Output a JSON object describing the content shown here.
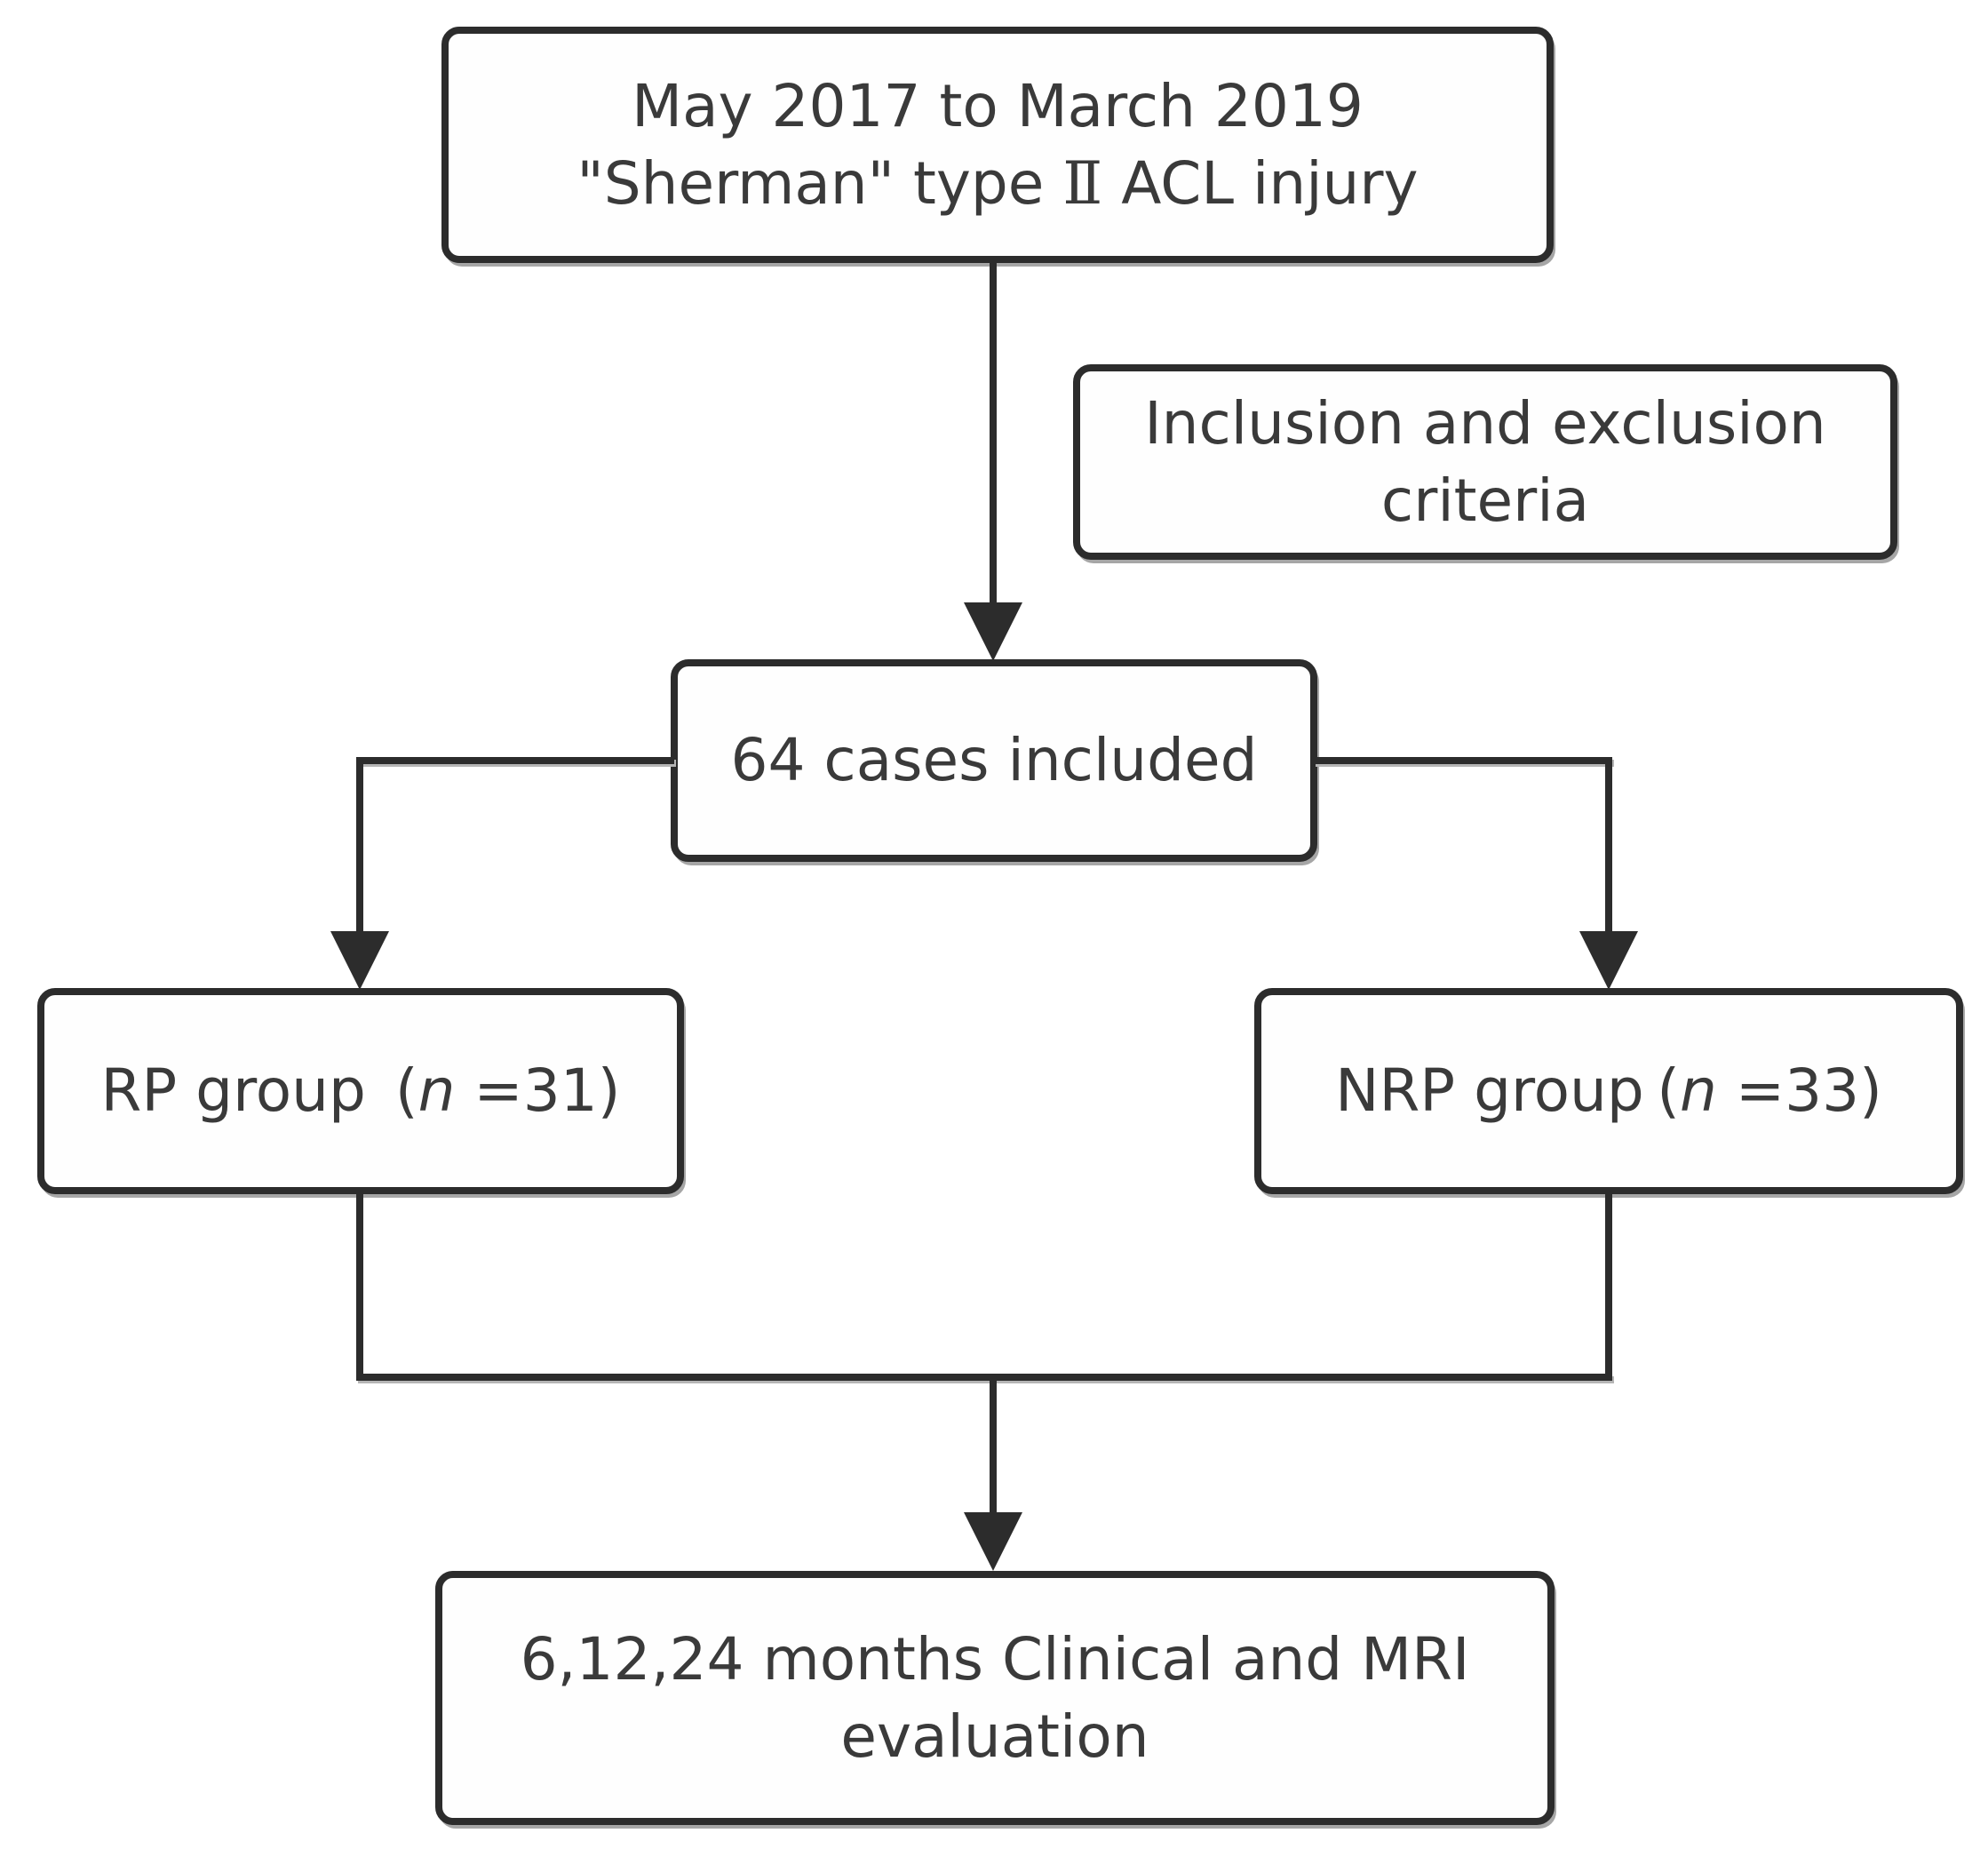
{
  "page": {
    "background": "#ffffff"
  },
  "styles": {
    "line_color": "#2c2c2c",
    "border_color": "#2c2c2c",
    "text_color": "#3a3a3a",
    "shadow_color": "#a6a6a6"
  },
  "flowchart": {
    "nodes": {
      "period": {
        "line1": "May 2017 to March 2019",
        "line2_pre": "\"Sherman\" type ",
        "line2_numeral": "Ⅱ",
        "line2_post": " ACL injury"
      },
      "criteria": {
        "line1": "Inclusion and exclusion",
        "line2": "criteria"
      },
      "cases": {
        "label": "64 cases included"
      },
      "rp": {
        "group": "RP group",
        "paren_open": "(",
        "n": "n",
        "count": " =31)"
      },
      "nrp": {
        "group": "NRP group",
        "paren_open": "(",
        "n": "n",
        "count": " =33)"
      },
      "eval": {
        "line1": "6,12,24 months Clinical and MRI",
        "line2": "evaluation"
      }
    }
  }
}
